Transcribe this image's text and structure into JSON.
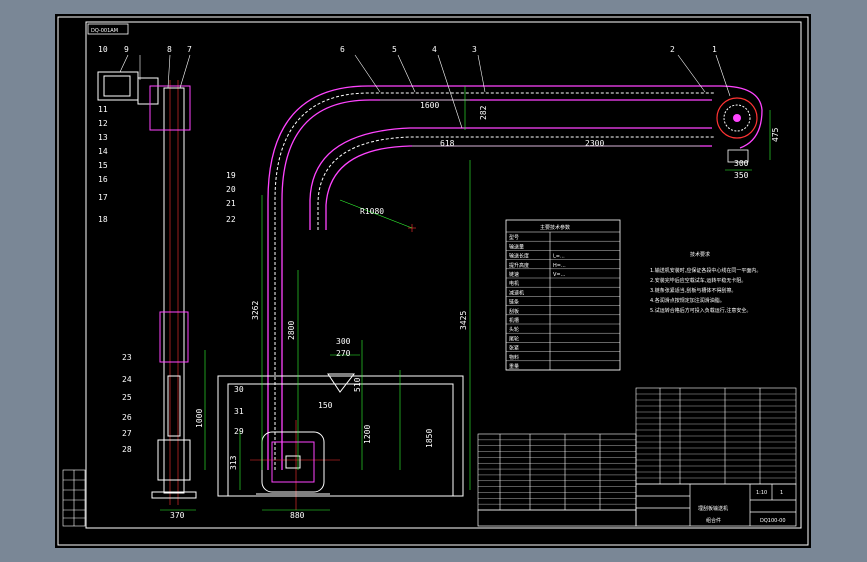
{
  "drawing": {
    "code_box": "DQ-001AM",
    "title_cell": "埋刮板输送机",
    "drawing_no": "DQ100-00",
    "scale_cell": "1:10",
    "sheet_cell": "1",
    "material_cell": "组合件"
  },
  "part_callouts": {
    "top": [
      "10",
      "9",
      "8",
      "7",
      "6",
      "5",
      "4",
      "3",
      "2",
      "1"
    ],
    "left": [
      "11",
      "12",
      "13",
      "14",
      "15",
      "16",
      "17",
      "18"
    ],
    "right": [
      "19",
      "20",
      "21",
      "22"
    ],
    "lower_left": [
      "23",
      "24",
      "25",
      "26",
      "27",
      "28"
    ],
    "lower_mid": [
      "30",
      "31",
      "29"
    ]
  },
  "dimensions": {
    "d1600": "1600",
    "d282": "282",
    "d618": "618",
    "d2300": "2300",
    "d475": "475",
    "d300": "300",
    "d350": "350",
    "r1080": "R1080",
    "d3262": "3262",
    "d2800": "2800",
    "d3425": "3425",
    "d300b": "300",
    "d270": "270",
    "d510": "510",
    "d150": "150",
    "d1200": "1200",
    "d1850": "1850",
    "d1000": "1000",
    "d313": "313",
    "d370": "370",
    "d880": "880"
  },
  "tech_notes": {
    "title": "技术要求",
    "lines": [
      "1.输送机安装时,应保证各段中心线在同一平面内。",
      "2.安装完毕后应空载试车,运转平稳无卡阻。",
      "3.链条张紧适当,刮板与槽体不得刮擦。",
      "4.各润滑点按规定加注润滑油脂。",
      "5.试运转合格后方可投入负载运行,注意安全。"
    ]
  },
  "param_table": {
    "title": "主要技术参数",
    "rows": [
      [
        "型号",
        ""
      ],
      [
        "输送量",
        ""
      ],
      [
        "输送长度",
        "L=..."
      ],
      [
        "提升高度",
        "H=..."
      ],
      [
        "链速",
        "V=..."
      ],
      [
        "电机",
        ""
      ],
      [
        "减速机",
        ""
      ],
      [
        "链条",
        ""
      ],
      [
        "刮板",
        ""
      ],
      [
        "机槽",
        ""
      ],
      [
        "头轮",
        ""
      ],
      [
        "尾轮",
        ""
      ],
      [
        "张紧",
        ""
      ],
      [
        "物料",
        ""
      ],
      [
        "重量",
        ""
      ]
    ]
  },
  "colors": {
    "background": "#000000",
    "frame": "#ffffff",
    "casing": "#ff44ff",
    "chain": "#ffffff",
    "dimension": "#33ff33",
    "centerline": "#ff3333",
    "support": "#ffffff"
  }
}
